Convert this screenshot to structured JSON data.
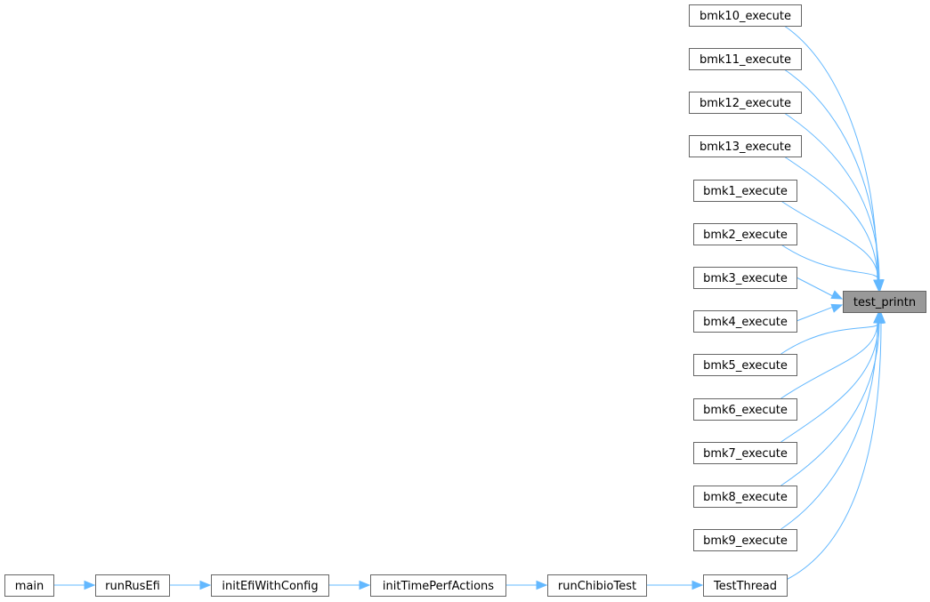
{
  "diagram": {
    "type": "call-graph",
    "colors": {
      "edge": "#63b8ff",
      "node_border": "#666666",
      "target_fill": "#999999",
      "node_fill": "#ffffff",
      "text": "#000000"
    },
    "nodes": [
      {
        "id": "test_printn",
        "label": "test_printn",
        "highlighted": true
      },
      {
        "id": "bmk10_execute",
        "label": "bmk10_execute"
      },
      {
        "id": "bmk11_execute",
        "label": "bmk11_execute"
      },
      {
        "id": "bmk12_execute",
        "label": "bmk12_execute"
      },
      {
        "id": "bmk13_execute",
        "label": "bmk13_execute"
      },
      {
        "id": "bmk1_execute",
        "label": "bmk1_execute"
      },
      {
        "id": "bmk2_execute",
        "label": "bmk2_execute"
      },
      {
        "id": "bmk3_execute",
        "label": "bmk3_execute"
      },
      {
        "id": "bmk4_execute",
        "label": "bmk4_execute"
      },
      {
        "id": "bmk5_execute",
        "label": "bmk5_execute"
      },
      {
        "id": "bmk6_execute",
        "label": "bmk6_execute"
      },
      {
        "id": "bmk7_execute",
        "label": "bmk7_execute"
      },
      {
        "id": "bmk8_execute",
        "label": "bmk8_execute"
      },
      {
        "id": "bmk9_execute",
        "label": "bmk9_execute"
      },
      {
        "id": "TestThread",
        "label": "TestThread"
      },
      {
        "id": "runChibioTest",
        "label": "runChibioTest"
      },
      {
        "id": "initTimePerfActions",
        "label": "initTimePerfActions"
      },
      {
        "id": "initEfiWithConfig",
        "label": "initEfiWithConfig"
      },
      {
        "id": "runRusEfi",
        "label": "runRusEfi"
      },
      {
        "id": "main",
        "label": "main"
      }
    ],
    "edges": [
      {
        "from": "bmk10_execute",
        "to": "test_printn"
      },
      {
        "from": "bmk11_execute",
        "to": "test_printn"
      },
      {
        "from": "bmk12_execute",
        "to": "test_printn"
      },
      {
        "from": "bmk13_execute",
        "to": "test_printn"
      },
      {
        "from": "bmk1_execute",
        "to": "test_printn"
      },
      {
        "from": "bmk2_execute",
        "to": "test_printn"
      },
      {
        "from": "bmk3_execute",
        "to": "test_printn"
      },
      {
        "from": "bmk4_execute",
        "to": "test_printn"
      },
      {
        "from": "bmk5_execute",
        "to": "test_printn"
      },
      {
        "from": "bmk6_execute",
        "to": "test_printn"
      },
      {
        "from": "bmk7_execute",
        "to": "test_printn"
      },
      {
        "from": "bmk8_execute",
        "to": "test_printn"
      },
      {
        "from": "bmk9_execute",
        "to": "test_printn"
      },
      {
        "from": "TestThread",
        "to": "test_printn"
      },
      {
        "from": "runChibioTest",
        "to": "TestThread"
      },
      {
        "from": "initTimePerfActions",
        "to": "runChibioTest"
      },
      {
        "from": "initEfiWithConfig",
        "to": "initTimePerfActions"
      },
      {
        "from": "runRusEfi",
        "to": "initEfiWithConfig"
      },
      {
        "from": "main",
        "to": "runRusEfi"
      }
    ]
  }
}
